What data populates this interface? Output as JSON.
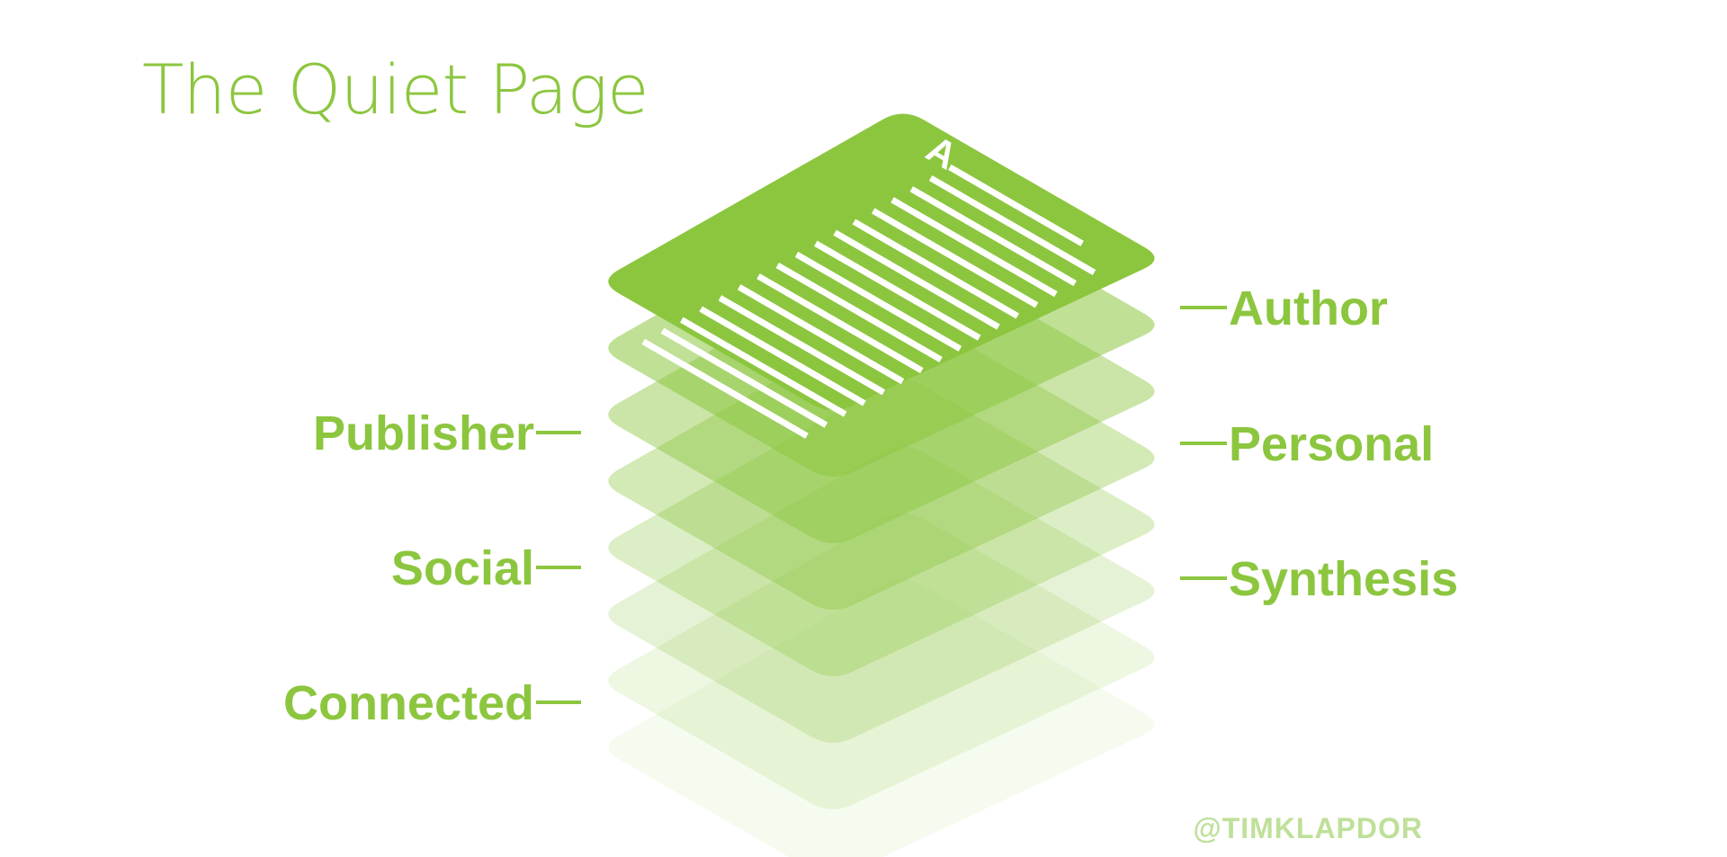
{
  "title": "The Quiet Page",
  "credit": "@TIMKLAPDOR",
  "page_letter": "A",
  "left_labels": [
    "Publisher",
    "Social",
    "Connected"
  ],
  "right_labels": [
    "Author",
    "Personal",
    "Synthesis"
  ],
  "colors": {
    "accent": "#8cc63f",
    "page_lines": "#ffffff",
    "background": "#ffffff",
    "credit": "#bfe09a"
  },
  "layers": {
    "count": 8,
    "opacities": [
      0.08,
      0.15,
      0.22,
      0.3,
      0.38,
      0.46,
      0.55,
      1.0
    ]
  }
}
